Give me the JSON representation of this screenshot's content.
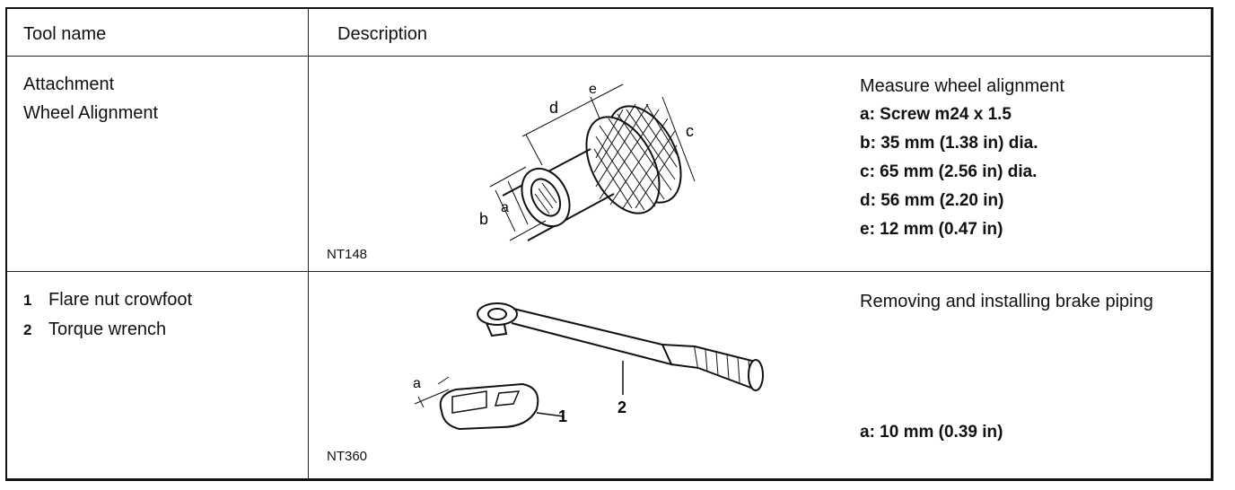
{
  "header": {
    "col1": "Tool name",
    "col2": "Description"
  },
  "rows": [
    {
      "names": [
        "Attachment",
        "Wheel Alignment"
      ],
      "code": "NT148",
      "description": [
        "Measure wheel alignment",
        "a:  Screw m24 x 1.5",
        "b:  35 mm (1.38 in) dia.",
        "c:  65 mm (2.56 in) dia.",
        "d:  56 mm (2.20 in)",
        "e:  12 mm (0.47 in)"
      ],
      "callouts": [
        "a",
        "b",
        "c",
        "d",
        "e"
      ]
    },
    {
      "items": [
        {
          "num": "1",
          "label": "Flare nut crowfoot"
        },
        {
          "num": "2",
          "label": "Torque wrench"
        }
      ],
      "code": "NT360",
      "description": [
        "Removing and installing brake piping",
        "a:  10 mm (0.39 in)"
      ],
      "callouts": [
        "a",
        "1",
        "2"
      ]
    }
  ]
}
